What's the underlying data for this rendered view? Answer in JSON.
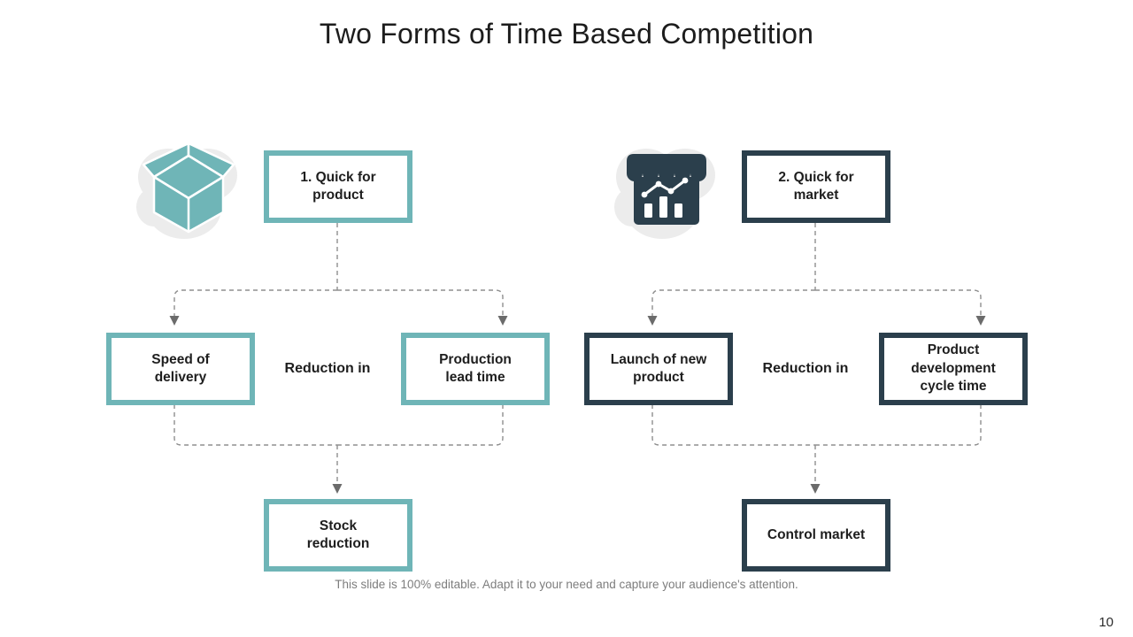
{
  "slide": {
    "title": "Two Forms of Time Based Competition",
    "footer": "This slide is 100% editable. Adapt it to your need and capture your audience's attention.",
    "page_number": "10"
  },
  "colors": {
    "teal_accent": "#6fb5b7",
    "dark_slate_accent": "#2b3f4c",
    "connector_gray": "#8f8f8f",
    "blob_background": "#ececec",
    "box_text": "#1e1e1e",
    "footer_text": "#7d7d7d"
  },
  "left_branch": {
    "icon": "open-box-icon",
    "top_box": "1. Quick for product",
    "left_box": "Speed of delivery",
    "middle_label": "Reduction in",
    "right_box": "Production lead time",
    "bottom_box": "Stock reduction"
  },
  "right_branch": {
    "icon": "storefront-chart-icon",
    "top_box": "2. Quick for market",
    "left_box": "Launch of new product",
    "middle_label": "Reduction in",
    "right_box": "Product development cycle time",
    "bottom_box": "Control market"
  }
}
